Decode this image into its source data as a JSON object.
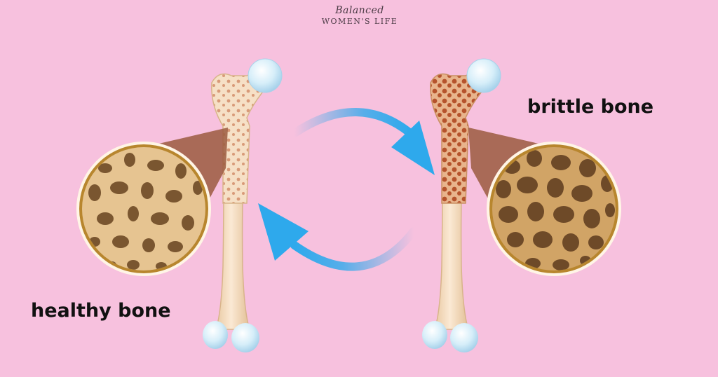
{
  "logo": {
    "script": "Balanced",
    "subtitle": "WOMEN'S LIFE"
  },
  "labels": {
    "healthy": "healthy bone",
    "brittle": "brittle bone"
  },
  "colors": {
    "background": "#f7c1de",
    "bone_shaft": "#f3d9b8",
    "bone_joint": "#c8e6f5",
    "healthy_matrix": "#e6c491",
    "brittle_matrix": "#d1a466",
    "pore": "#7a5630",
    "ring": "#b8862e",
    "arrow": "#2ea9ec"
  },
  "icons": [
    "cycle-arrow-icon"
  ]
}
